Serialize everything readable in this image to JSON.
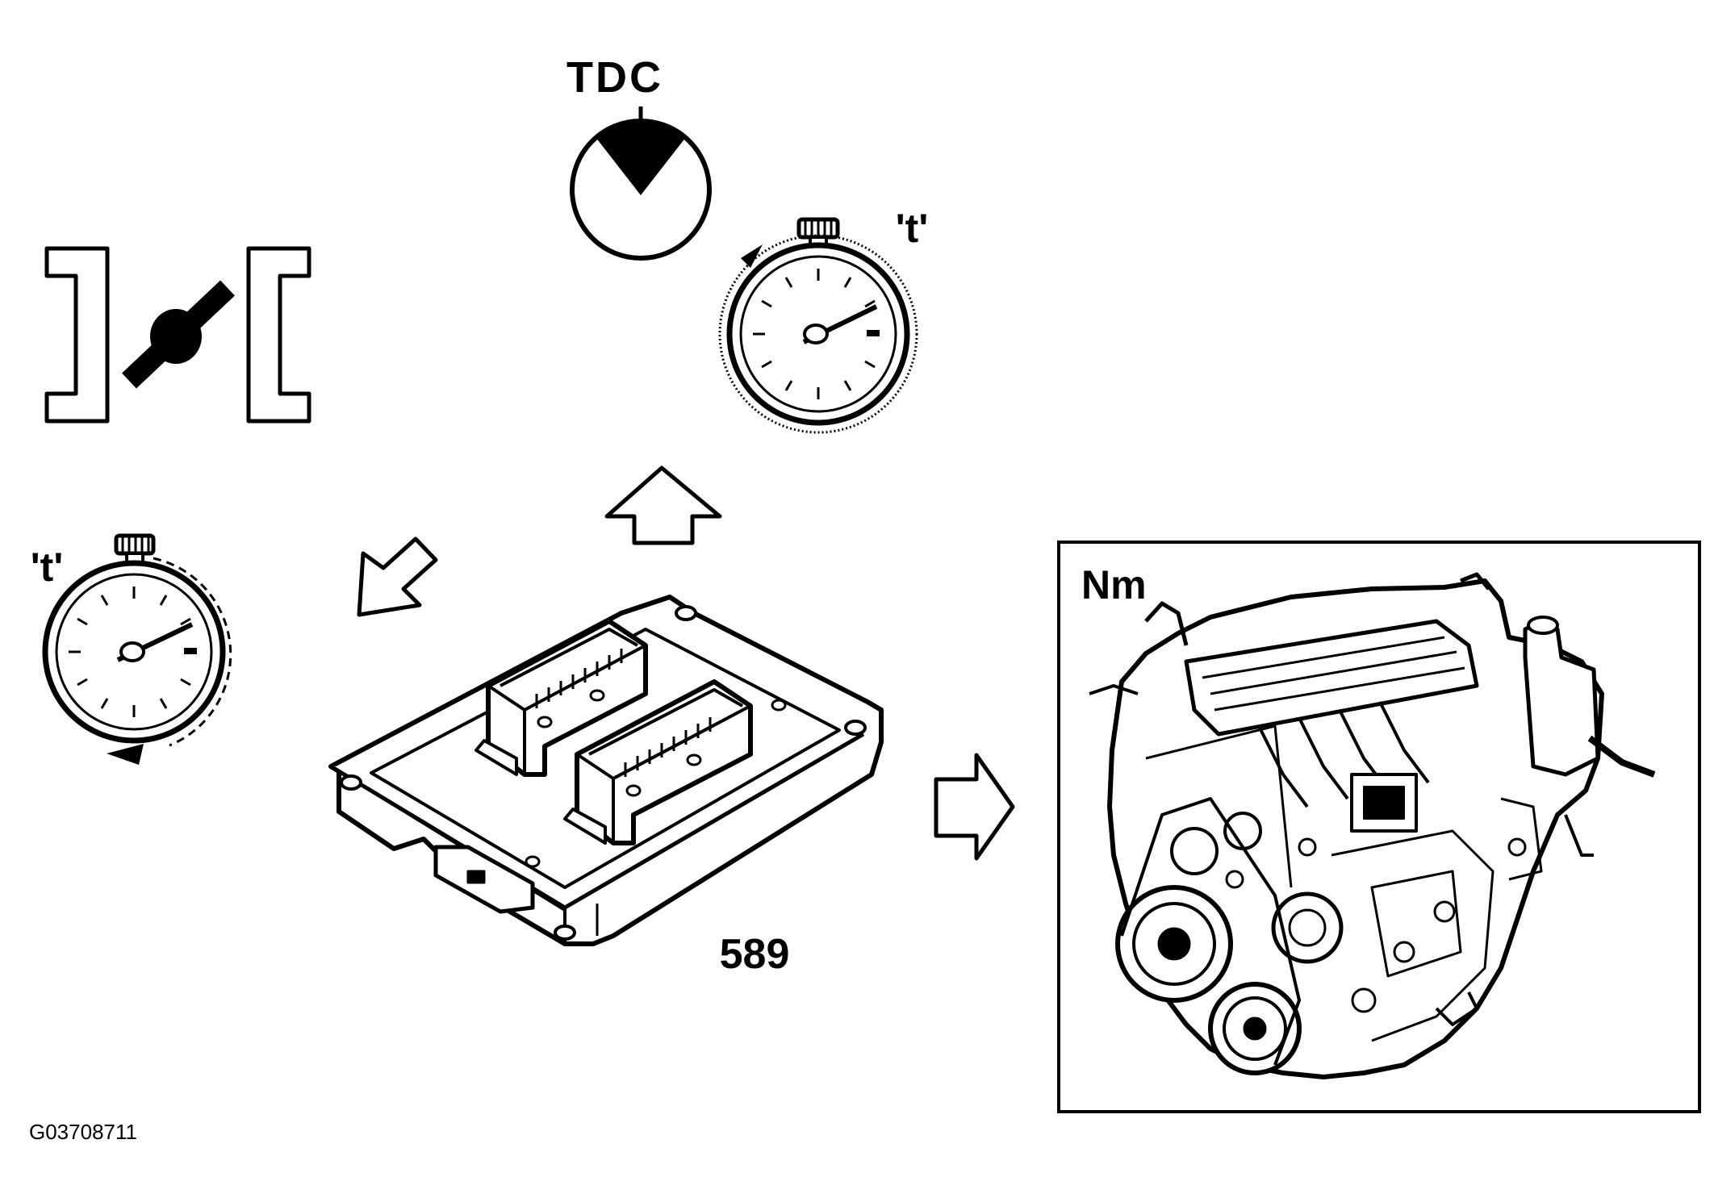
{
  "labels": {
    "tdc": "TDC",
    "timer_top": "'t'",
    "timer_left": "'t'",
    "part_number": "589",
    "torque": "Nm",
    "figure_id": "G03708711"
  },
  "icons": {
    "disconnect": "connector-disconnect-icon",
    "tdc": "tdc-crank-position-icon",
    "timer": "stopwatch-icon",
    "arrow": "hollow-arrow-icon",
    "ecm": "engine-control-module",
    "engine": "engine-assembly"
  },
  "colors": {
    "ink": "#000000",
    "paper": "#ffffff"
  }
}
